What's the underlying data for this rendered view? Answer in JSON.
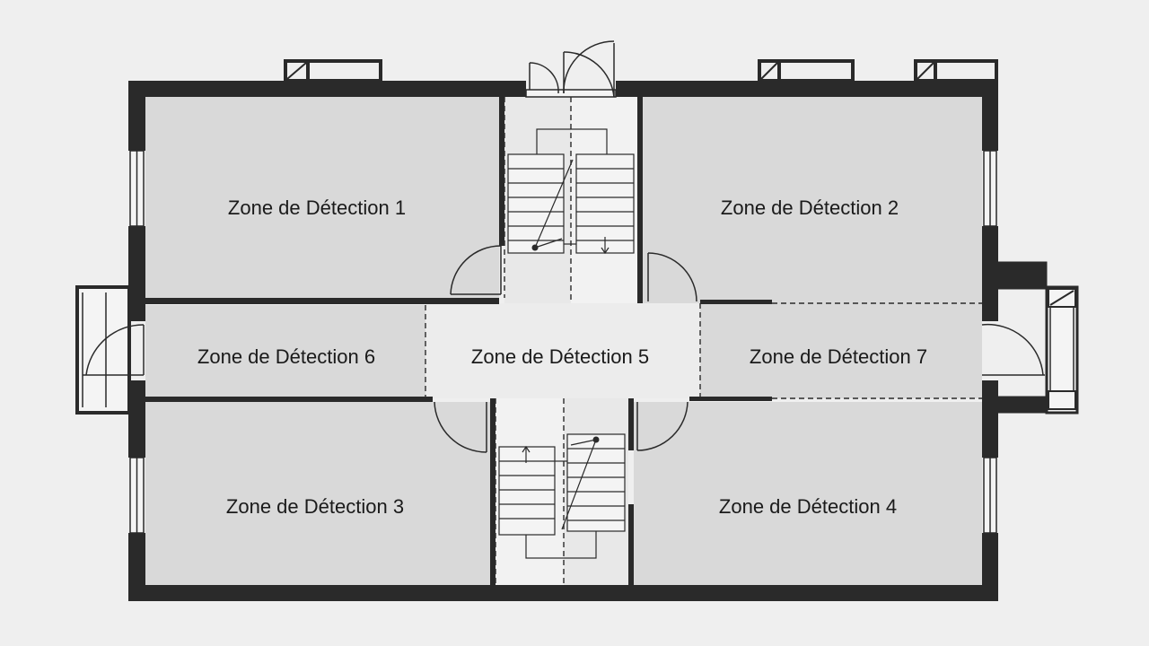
{
  "plan": {
    "colors": {
      "background": "#efefef",
      "wall": "#2a2a2a",
      "zone_fill": "#d9d9d9",
      "corridor_fill": "#efefef",
      "label": "#1a1a1a"
    },
    "zones": [
      {
        "id": "1",
        "label": "Zone de Détection 1"
      },
      {
        "id": "2",
        "label": "Zone de Détection 2"
      },
      {
        "id": "3",
        "label": "Zone de Détection 3"
      },
      {
        "id": "4",
        "label": "Zone de Détection 4"
      },
      {
        "id": "5",
        "label": "Zone de Détection 5"
      },
      {
        "id": "6",
        "label": "Zone de Détection 6"
      },
      {
        "id": "7",
        "label": "Zone de Détection 7"
      }
    ]
  }
}
